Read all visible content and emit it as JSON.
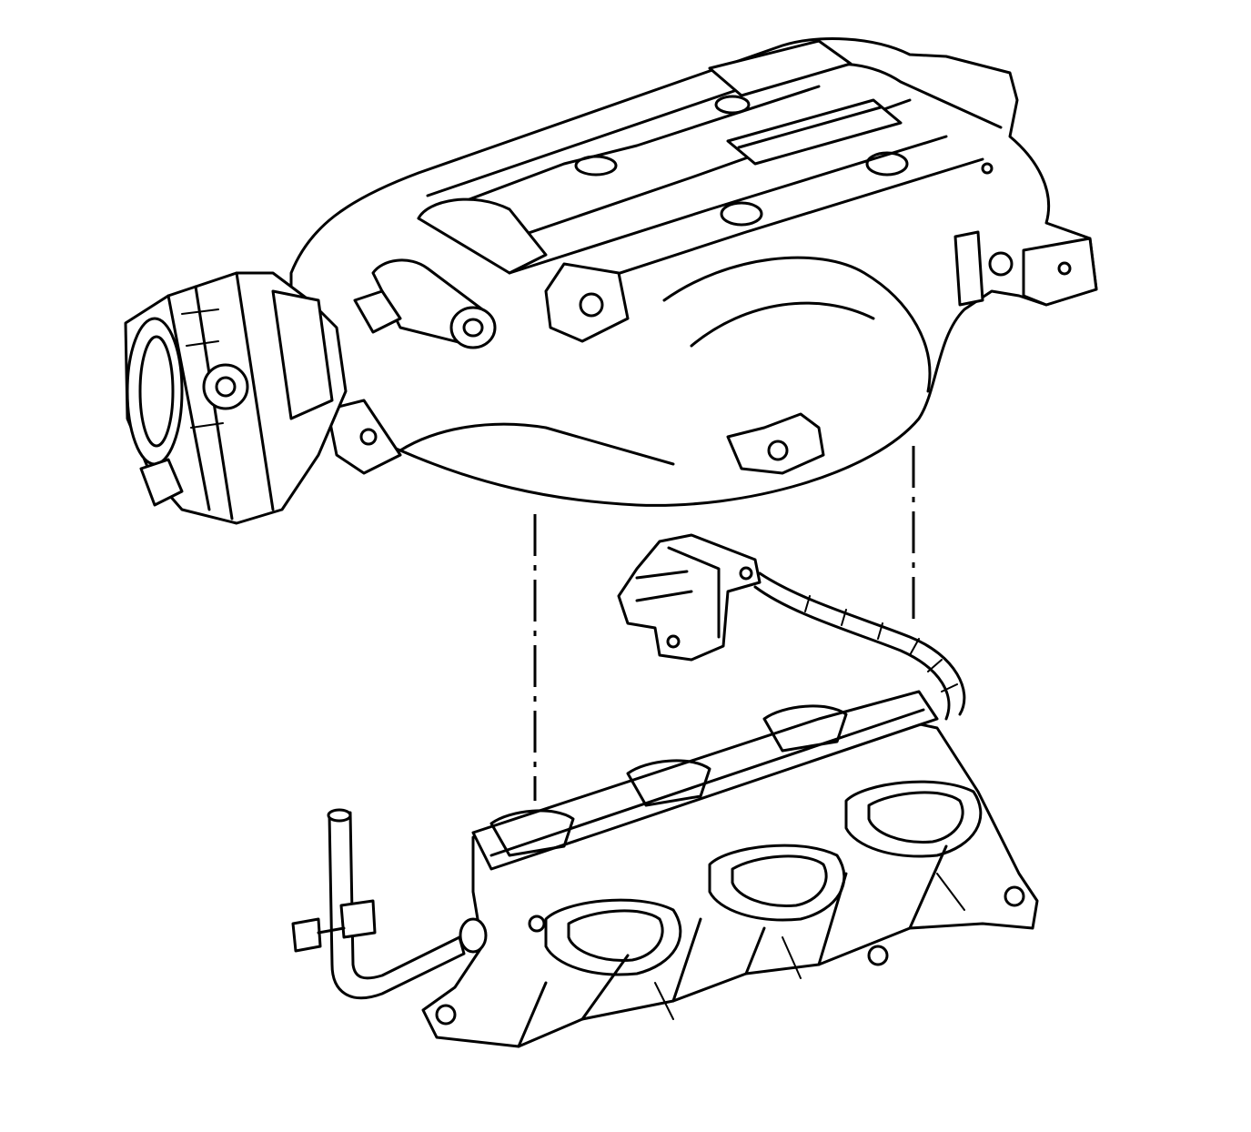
{
  "diagram": {
    "view": "exploded",
    "colors": {
      "line": "#000000",
      "background": "#ffffff"
    },
    "parts": [
      {
        "name": "upper-intake-manifold",
        "icon": "upper-manifold-drawing"
      },
      {
        "name": "throttle-body",
        "icon": "throttle-body-drawing"
      },
      {
        "name": "wiring-harness-bracket",
        "icon": "harness-bracket-drawing"
      },
      {
        "name": "lower-intake-manifold",
        "icon": "lower-manifold-drawing"
      },
      {
        "name": "fuel-tube",
        "icon": "fuel-tube-drawing"
      }
    ],
    "alignment_guides": 2
  }
}
